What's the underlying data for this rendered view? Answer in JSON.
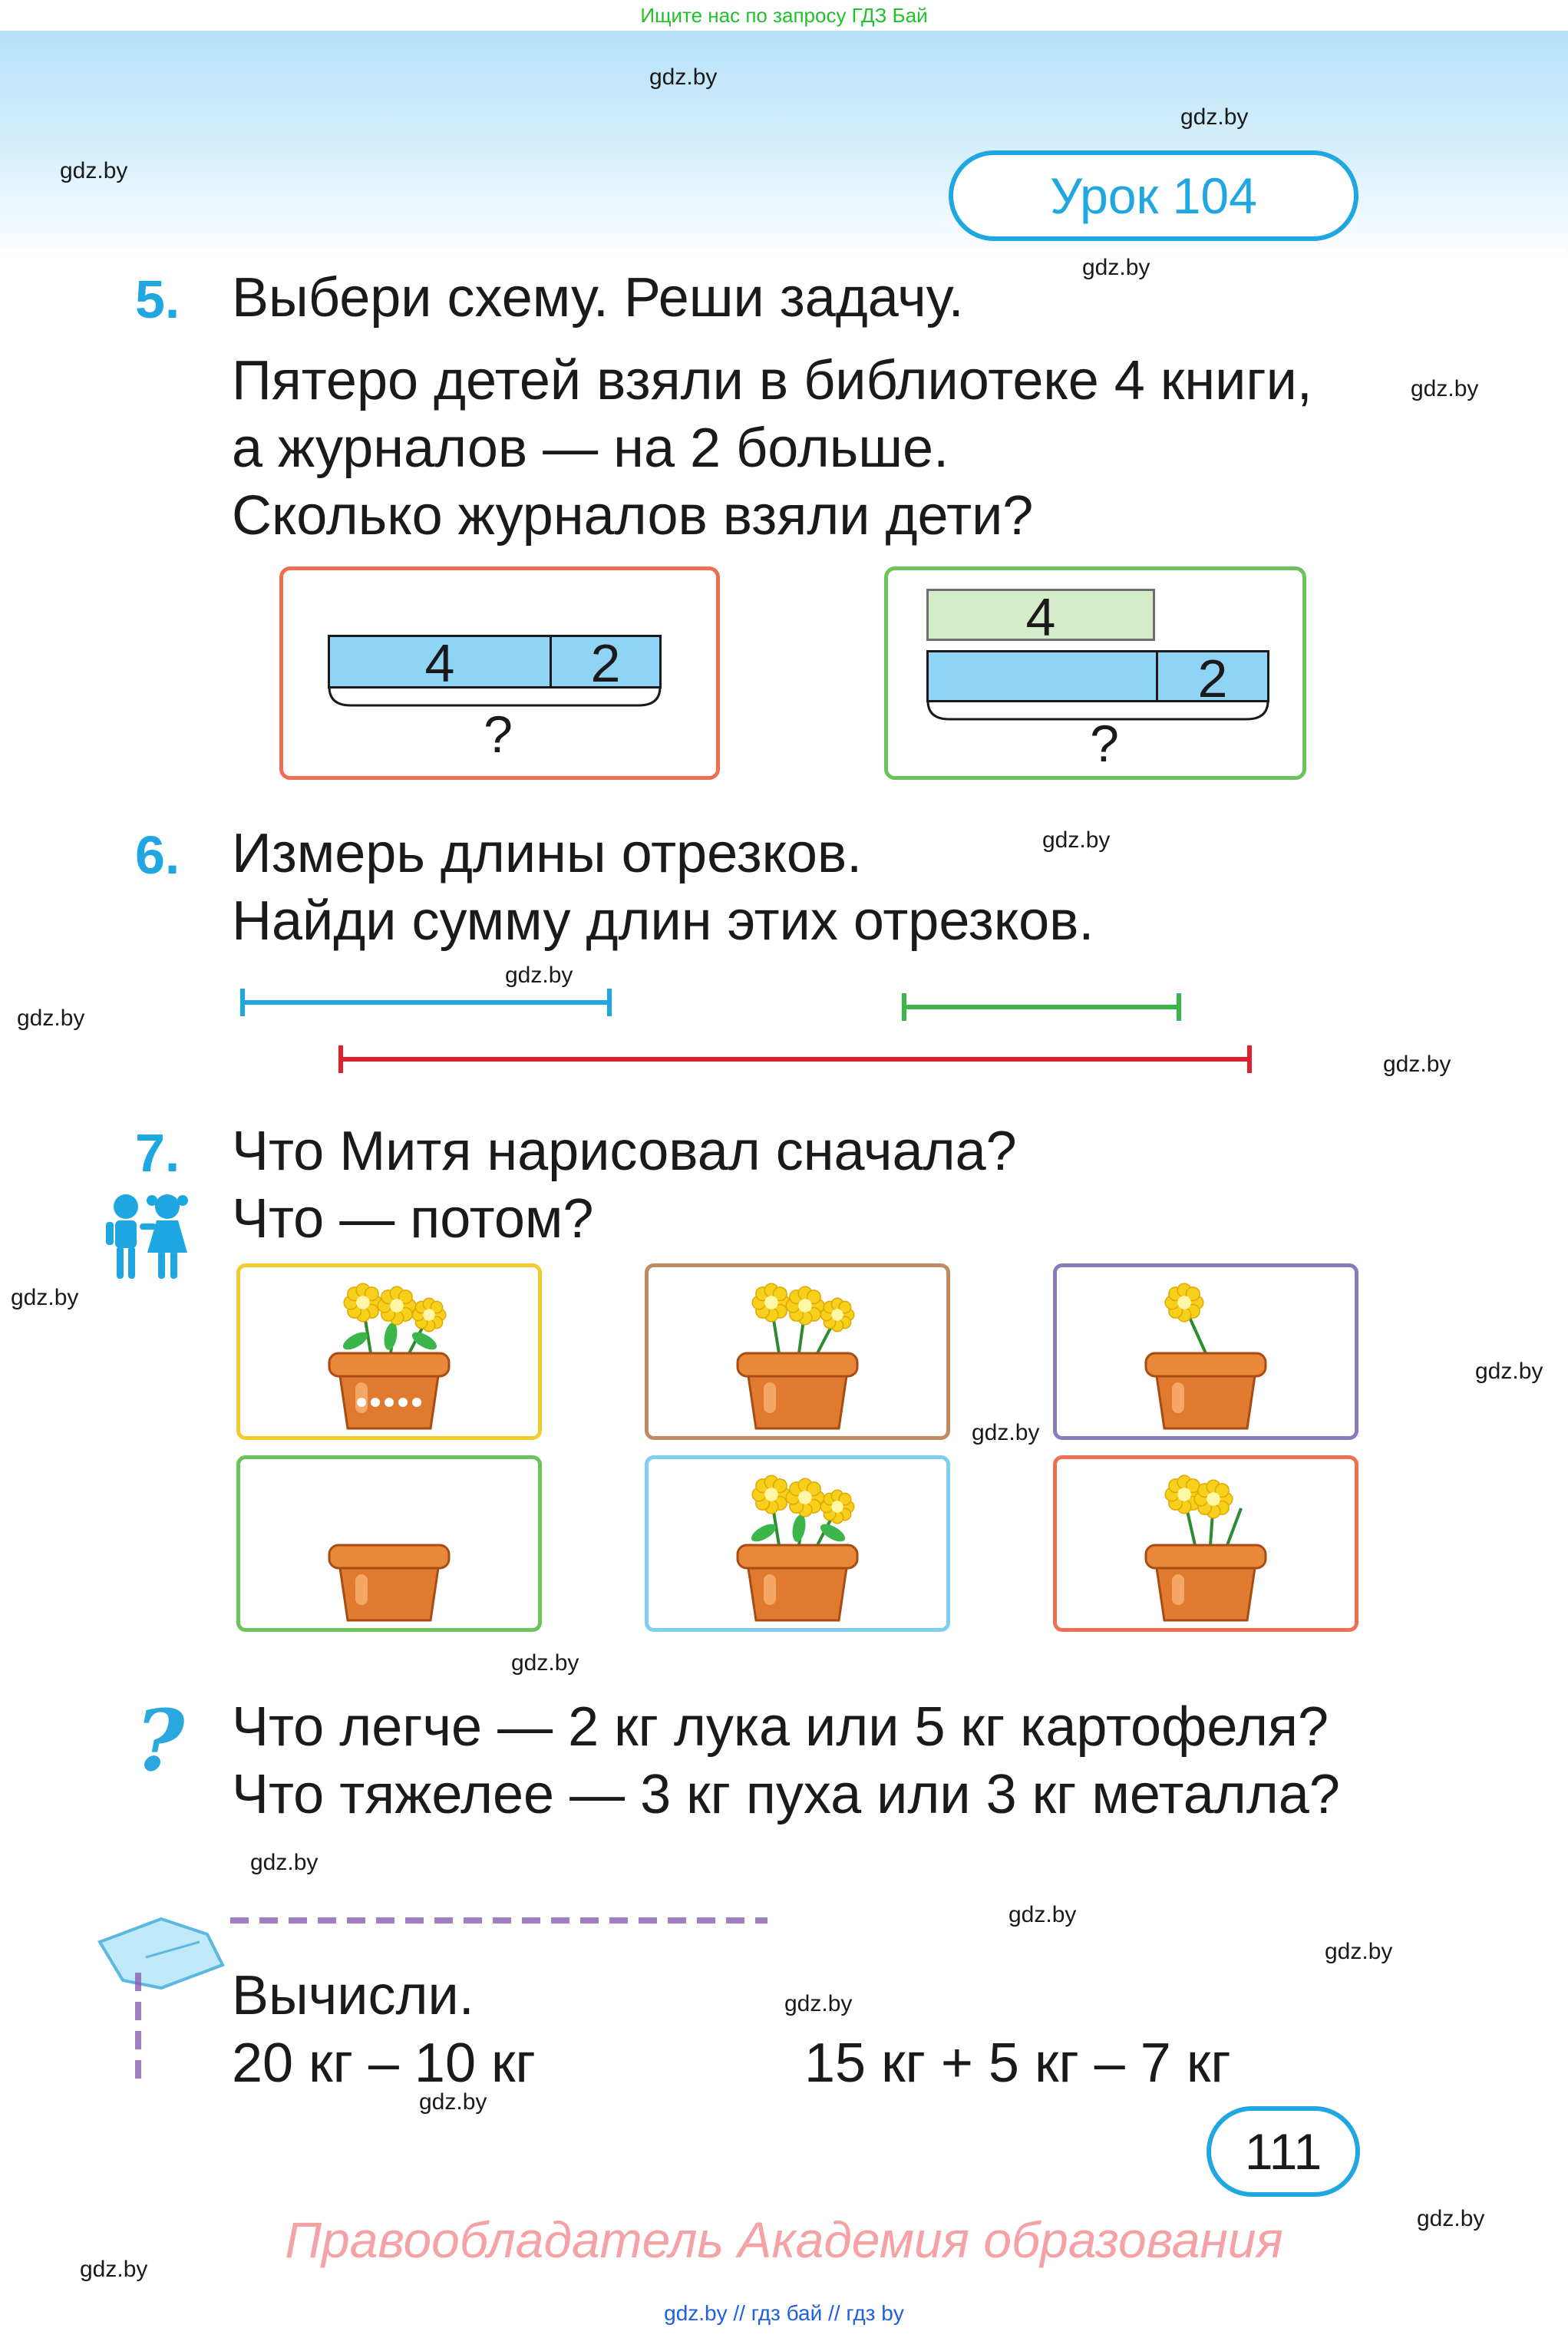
{
  "top_note": "Ищите нас по запросу ГДЗ Бай",
  "watermark": "gdz.by",
  "lesson": "Урок 104",
  "task5": {
    "number": "5.",
    "title": "Выбери схему. Реши задачу.",
    "lines": [
      "Пятеро детей взяли в библиотеке 4 книги,",
      "а журналов — на 2 больше.",
      "Сколько журналов взяли дети?"
    ],
    "scheme1": {
      "a": "4",
      "b": "2",
      "q": "?"
    },
    "scheme2": {
      "top": "4",
      "b": "2",
      "q": "?"
    }
  },
  "task6": {
    "number": "6.",
    "lines": [
      "Измерь длины отрезков.",
      "Найди сумму длин этих отрезков."
    ]
  },
  "task7": {
    "number": "7.",
    "lines": [
      "Что Митя нарисовал сначала?",
      "Что — потом?"
    ]
  },
  "question": {
    "lines": [
      "Что легче — 2 кг лука или 5 кг картофеля?",
      "Что тяжелее — 3 кг пуха или 3 кг металла?"
    ]
  },
  "compute": {
    "title": "Вычисли.",
    "expr1": "20 кг – 10 кг",
    "expr2": "15 кг + 5 кг – 7 кг"
  },
  "page_number": "111",
  "copyright": "Правообладатель Академия образования",
  "footer": "gdz.by  //  гдз бай  //  гдз by",
  "colors": {
    "accent_blue": "#1fa7e1",
    "segment_blue": "#1fa7e1",
    "segment_green": "#3cb54a",
    "segment_red": "#e0202c",
    "frame_orange": "#ef6e54",
    "frame_green": "#6cc35a"
  }
}
